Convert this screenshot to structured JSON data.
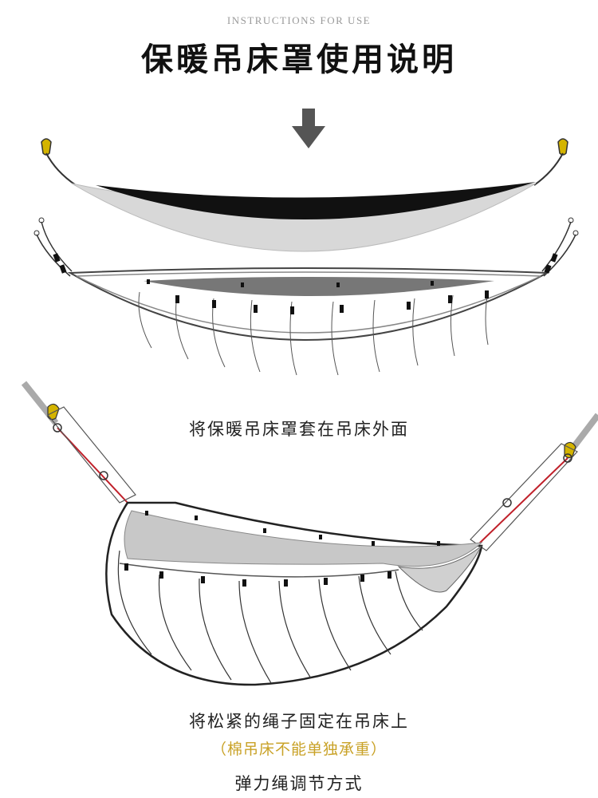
{
  "header": {
    "subtitle": "INSTRUCTIONS FOR USE",
    "title": "保暖吊床罩使用说明"
  },
  "step1": {
    "caption": "将保暖吊床罩套在吊床外面"
  },
  "step2": {
    "caption": "将松紧的绳子固定在吊床上",
    "note": "（棉吊床不能单独承重）"
  },
  "step3": {
    "caption": "弹力绳调节方式"
  },
  "colors": {
    "note": "#c9a227",
    "strap_red": "#c0202a",
    "carabiner": "#d4b400",
    "fabric_gray": "#d8d8d8",
    "dark_band": "#111111"
  }
}
